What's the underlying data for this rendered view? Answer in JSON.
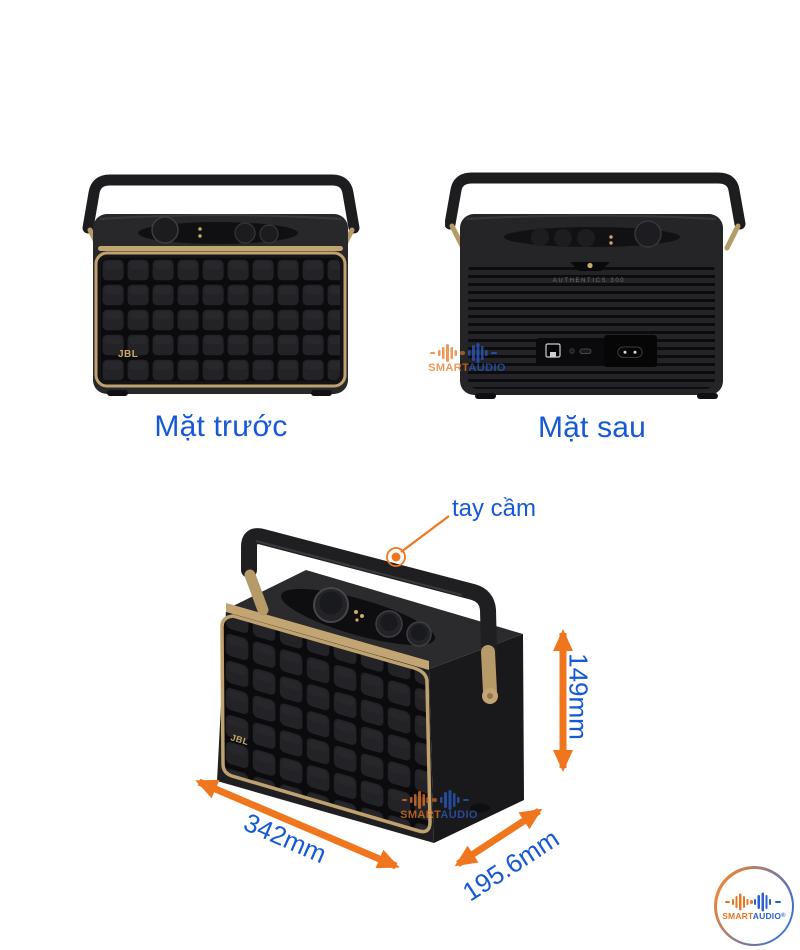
{
  "views": {
    "front": {
      "label": "Mặt trước"
    },
    "back": {
      "label": "Mặt sau"
    },
    "perspective": {
      "callout_label": "tay cầm"
    }
  },
  "product": {
    "brand_logo": "JBL",
    "model_label": "AUTHENTICS 300"
  },
  "dimensions": {
    "width_label": "342mm",
    "depth_label": "195.6mm",
    "height_label": "149mm"
  },
  "watermark": {
    "smart": "SMART",
    "audio": "AUDIO"
  },
  "badge": {
    "smart": "SMART",
    "audio": "AUDIO",
    "reg": "®"
  },
  "colors": {
    "label_blue": "#1658d8",
    "arrow_orange": "#f0761d",
    "gold": "#c0a472",
    "body_black": "#232326",
    "badge_orange": "#e87722",
    "badge_blue": "#2b5fd0"
  }
}
